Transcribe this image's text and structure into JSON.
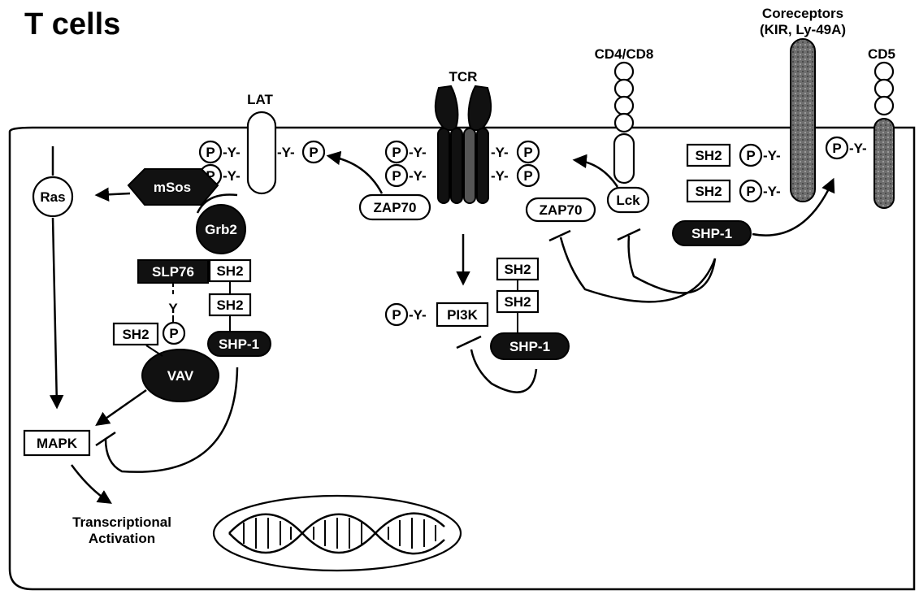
{
  "title": "T cells",
  "receptors": {
    "lat": "LAT",
    "tcr": "TCR",
    "cd4cd8": "CD4/CD8",
    "coreceptors_line1": "Coreceptors",
    "coreceptors_line2": "(KIR, Ly-49A)",
    "cd5": "CD5"
  },
  "nodes": {
    "ras": "Ras",
    "msos": "mSos",
    "grb2": "Grb2",
    "slp76": "SLP76",
    "sh2": "SH2",
    "shp1": "SHP-1",
    "vav": "VAV",
    "mapk": "MAPK",
    "pi3k": "PI3K",
    "zap70": "ZAP70",
    "lck": "Lck",
    "p": "P",
    "y": "Y",
    "py_right": "-Y-",
    "py_left": "-Y-"
  },
  "outputs": {
    "transcription_line1": "Transcriptional",
    "transcription_line2": "Activation"
  },
  "colors": {
    "ink": "#000000",
    "background": "#ffffff",
    "receptor_fill": "#1a1a1a",
    "coreceptor_fill": "#6e6e6e"
  }
}
